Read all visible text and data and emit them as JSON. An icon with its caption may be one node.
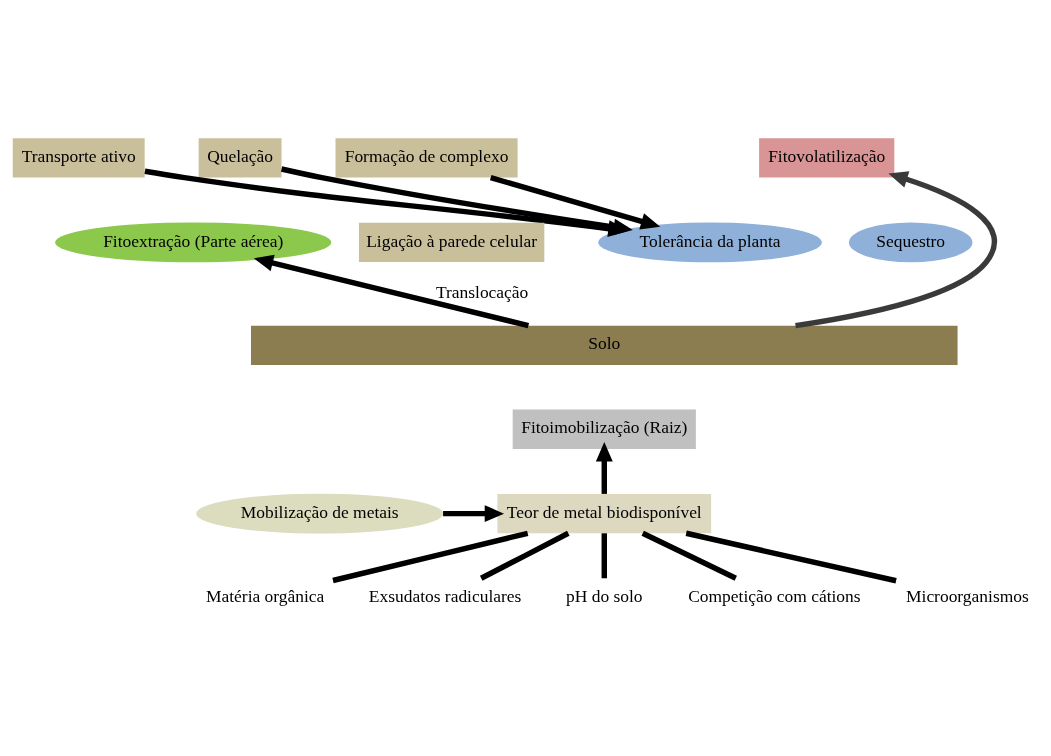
{
  "diagram": {
    "nodes": [
      {
        "text": [
          "Quelação"
        ]
      },
      {
        "text": [
          "Transporte ativo"
        ]
      },
      {
        "text": [
          "Formação de complexo"
        ]
      },
      {
        "text": [
          "Fitovolatilização"
        ]
      },
      {
        "text": [
          "Tolerância da planta"
        ]
      },
      {
        "text": [
          "Fitoextração (Parte aérea)"
        ]
      },
      {
        "text": [
          "Sequestro"
        ]
      },
      {
        "text": [
          "Ligação à parede celular"
        ]
      },
      {
        "text": [
          "Solo"
        ]
      },
      {
        "text": [
          "Fitoimobilização (Raiz)"
        ]
      },
      {
        "text": [
          "Mobilização de metais"
        ]
      },
      {
        "text": [
          "Teor de metal biodisponível"
        ]
      },
      {
        "text": [
          "Matéria orgânica"
        ]
      },
      {
        "text": [
          "Exsudatos radiculares"
        ]
      },
      {
        "text": [
          "pH do solo"
        ]
      },
      {
        "text": [
          "Competição com cátions"
        ]
      },
      {
        "text": [
          "Microorganismos"
        ]
      }
    ],
    "edges": [
      {
        "from": 1,
        "to": 4,
        "arrow": "to"
      },
      {
        "from": 0,
        "to": 4,
        "arrow": "to"
      },
      {
        "from": 2,
        "to": 4,
        "arrow": "to"
      },
      {
        "from": 8,
        "to": 5,
        "arrow": "to",
        "label": "Translocação"
      },
      {
        "from": 8,
        "to": 3,
        "arrow": "to",
        "color": "#3a3a3a"
      },
      {
        "from": 11,
        "to": 9,
        "arrow": "to"
      },
      {
        "from": 10,
        "to": 11,
        "arrow": "to"
      },
      {
        "from": 12,
        "to": 11,
        "arrow": "none"
      },
      {
        "from": 13,
        "to": 11,
        "arrow": "none"
      },
      {
        "from": 14,
        "to": 11,
        "arrow": "none"
      },
      {
        "from": 15,
        "to": 11,
        "arrow": "none"
      },
      {
        "from": 16,
        "to": 11,
        "arrow": "none"
      }
    ]
  }
}
